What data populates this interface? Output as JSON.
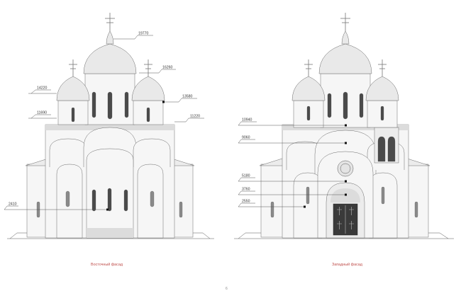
{
  "east": {
    "caption": "Восточный фасад",
    "marks": {
      "m1": "19770",
      "m2": "16260",
      "m3": "14220",
      "m4": "13580",
      "m5": "11690",
      "m6": "11220",
      "m7": "2410"
    }
  },
  "west": {
    "caption": "Западный фасад",
    "marks": {
      "m1": "10940",
      "m2": "9060",
      "m3": "5180",
      "m4": "3760",
      "m5": "2550"
    }
  },
  "footer": {
    "page_mark": "6"
  }
}
